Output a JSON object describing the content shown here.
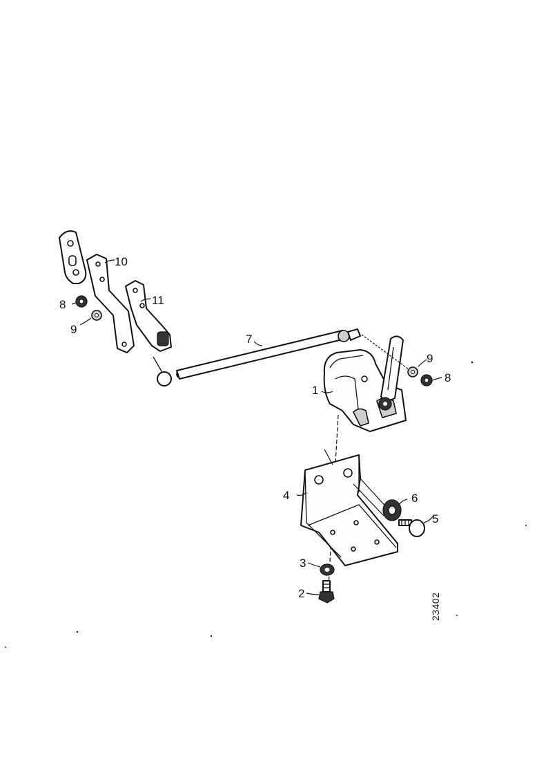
{
  "callouts": {
    "c1": "1",
    "c2": "2",
    "c3": "3",
    "c4": "4",
    "c5": "5",
    "c6": "6",
    "c7": "7",
    "c8_left": "8",
    "c8_right": "8",
    "c9_left": "9",
    "c9_right": "9",
    "c10": "10",
    "c11": "11"
  },
  "figure_ref": "23402"
}
